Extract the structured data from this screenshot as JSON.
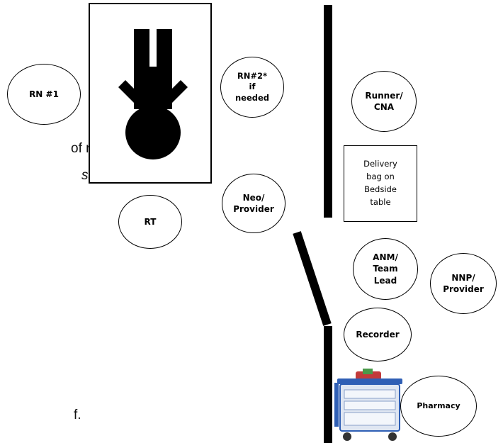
{
  "text_fragments": [
    {
      "id": "frag1",
      "text": "of room."
    },
    {
      "id": "frag2",
      "text": "ssible."
    },
    {
      "id": "frag3",
      "text": "f."
    }
  ],
  "labels": {
    "rn1": "RN #1",
    "rn2": "RN#2*\nif\nneeded",
    "runner": "Runner/\nCNA",
    "rt": "RT",
    "neo": "Neo/\nProvider",
    "bag": "Delivery\nbag on\nBedside\ntable",
    "anm": "ANM/\nTeam\nLead",
    "nnp": "NNP/\nProvider",
    "recorder": "Recorder",
    "pharmacy": "Pharmacy"
  },
  "icons": {
    "patient": "infant-figure-icon",
    "cart": "crash-cart-icon"
  },
  "colors": {
    "cart_body": "#dfe6f2",
    "cart_accent": "#2f5fb5",
    "cart_top": "#c23a3a"
  }
}
